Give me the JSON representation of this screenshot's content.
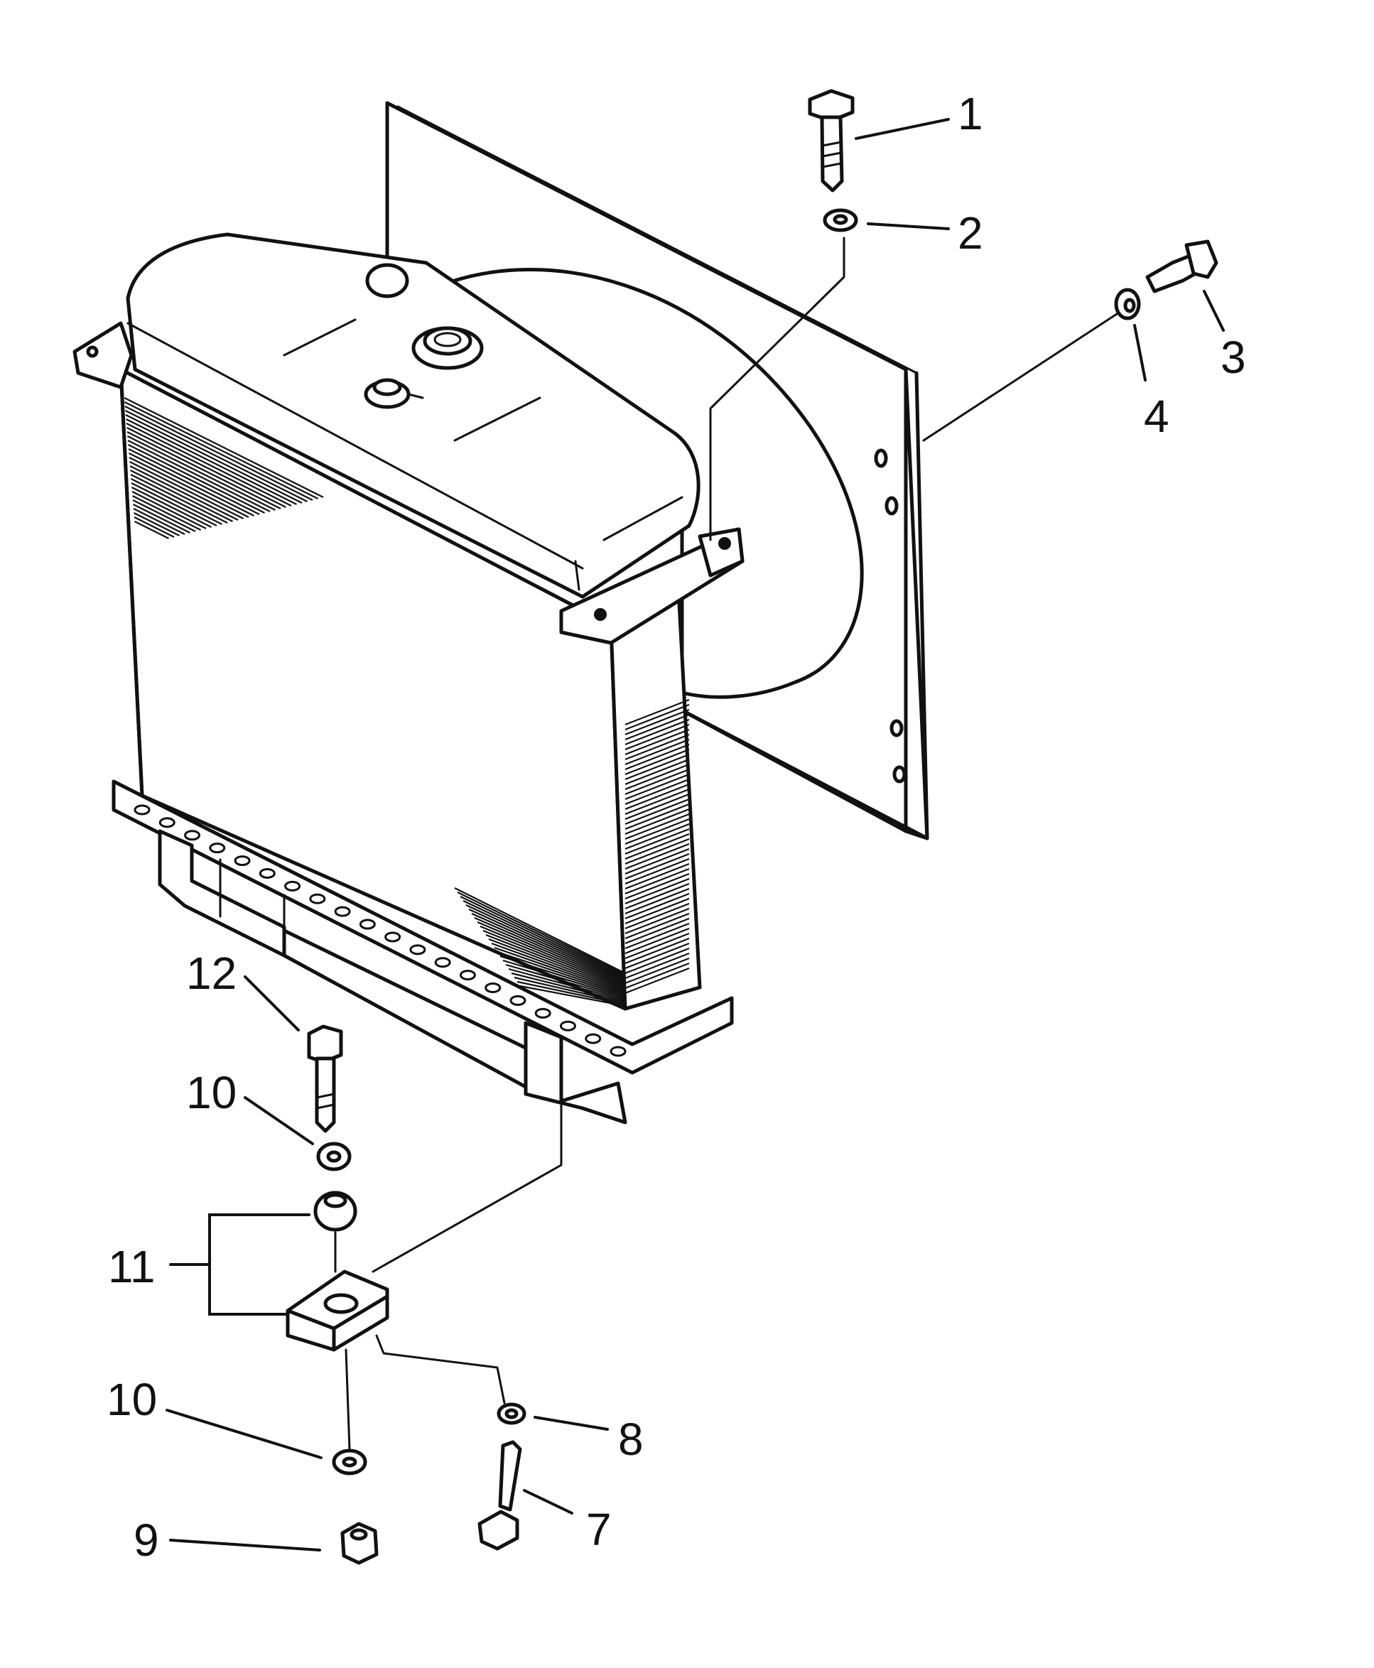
{
  "colors": {
    "ink": "#111111",
    "paper": "#ffffff"
  },
  "callouts": [
    {
      "id": "1",
      "text": "1"
    },
    {
      "id": "2",
      "text": "2"
    },
    {
      "id": "3",
      "text": "3"
    },
    {
      "id": "4",
      "text": "4"
    },
    {
      "id": "7",
      "text": "7"
    },
    {
      "id": "8",
      "text": "8"
    },
    {
      "id": "9",
      "text": "9"
    },
    {
      "id": "10a",
      "text": "10"
    },
    {
      "id": "10b",
      "text": "10"
    },
    {
      "id": "11",
      "text": "11"
    },
    {
      "id": "12",
      "text": "12"
    }
  ]
}
